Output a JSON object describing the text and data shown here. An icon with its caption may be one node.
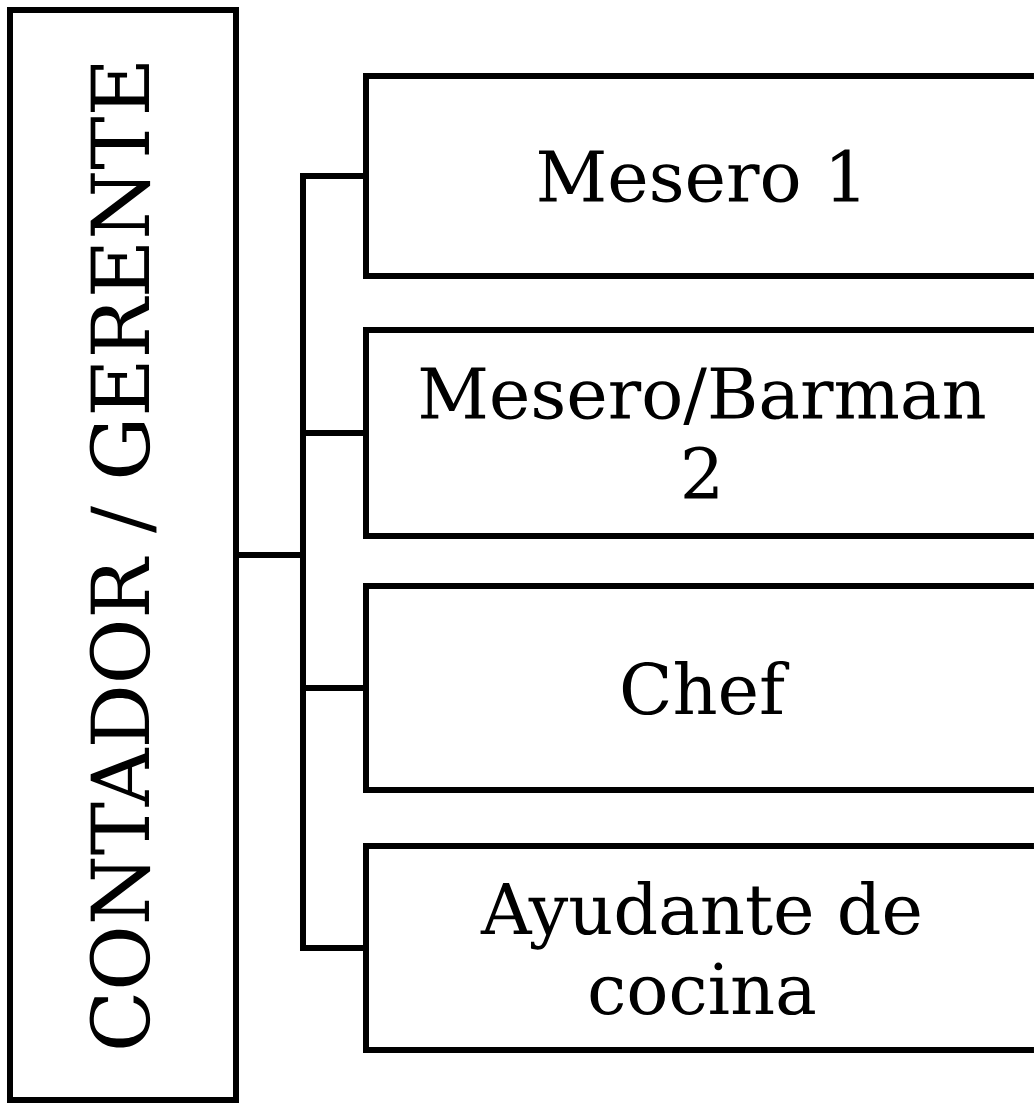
{
  "diagram": {
    "nodes": [
      {
        "text": [
          "CONTADOR / GERENTE"
        ]
      },
      {
        "text": [
          "Mesero 1"
        ]
      },
      {
        "text": [
          "Mesero/Barman 2"
        ]
      },
      {
        "text": [
          "Chef"
        ]
      },
      {
        "text": [
          "Ayudante de cocina"
        ]
      }
    ],
    "edges": [
      {
        "from": 0,
        "to": 1,
        "arrow": "none"
      },
      {
        "from": 0,
        "to": 2,
        "arrow": "none"
      },
      {
        "from": 0,
        "to": 3,
        "arrow": "none"
      },
      {
        "from": 0,
        "to": 4,
        "arrow": "none"
      }
    ]
  }
}
